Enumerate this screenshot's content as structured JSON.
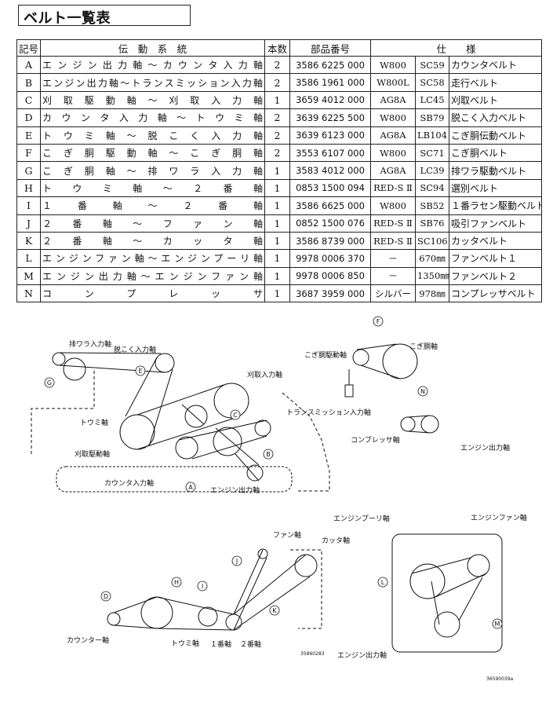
{
  "title": "ベルト一覧表",
  "table": {
    "headers": {
      "symbol": "記号",
      "path": "伝　動　系　統",
      "count": "本数",
      "part": "部品番号",
      "spec": "仕　　様"
    },
    "rows": [
      {
        "sym": "A",
        "path": "エンジン出力軸～カウンタ入力軸",
        "count": "2",
        "part": "3586 6225 000",
        "s1": "W800",
        "s2": "SC59",
        "s3": "カウンタベルト"
      },
      {
        "sym": "B",
        "path": "エンジン出力軸～トランスミッション入力軸",
        "count": "2",
        "part": "3586 1961 000",
        "s1": "W800L",
        "s2": "SC58",
        "s3": "走行ベルト"
      },
      {
        "sym": "C",
        "path": "刈取駆動軸～刈取入力軸",
        "count": "1",
        "part": "3659 4012 000",
        "s1": "AG8A",
        "s2": "LC45",
        "s3": "刈取ベルト"
      },
      {
        "sym": "D",
        "path": "カウンタ入力軸～トウミ軸",
        "count": "2",
        "part": "3639 6225 500",
        "s1": "W800",
        "s2": "SB79",
        "s3": "脱こく入力ベルト"
      },
      {
        "sym": "E",
        "path": "トウミ軸～脱こく入力軸",
        "count": "2",
        "part": "3639 6123 000",
        "s1": "AG8A",
        "s2": "LB104",
        "s3": "こぎ胴伝動ベルト"
      },
      {
        "sym": "F",
        "path": "こぎ胴駆動軸～こぎ胴軸",
        "count": "2",
        "part": "3553 6107 000",
        "s1": "W800",
        "s2": "SC71",
        "s3": "こぎ胴ベルト"
      },
      {
        "sym": "G",
        "path": "こぎ胴軸～排ワラ入力軸",
        "count": "1",
        "part": "3583 4012 000",
        "s1": "AG8A",
        "s2": "LC39",
        "s3": "排ワラ駆動ベルト"
      },
      {
        "sym": "H",
        "path": "トウミ軸～２番軸",
        "count": "1",
        "part": "0853 1500 094",
        "s1": "RED-S Ⅱ",
        "s2": "SC94",
        "s3": "選別ベルト"
      },
      {
        "sym": "I",
        "path": "１番軸～２番軸",
        "count": "1",
        "part": "3586 6625 000",
        "s1": "W800",
        "s2": "SB52",
        "s3": "１番ラセン駆動ベルト"
      },
      {
        "sym": "J",
        "path": "２番軸～ファン軸",
        "count": "1",
        "part": "0852 1500 076",
        "s1": "RED-S Ⅱ",
        "s2": "SB76",
        "s3": "吸引ファンベルト"
      },
      {
        "sym": "K",
        "path": "２番軸～カッタ軸",
        "count": "1",
        "part": "3586 8739 000",
        "s1": "RED-S Ⅱ",
        "s2": "SC106",
        "s3": "カッタベルト"
      },
      {
        "sym": "L",
        "path": "エンジンファン軸～エンジンプーリ軸",
        "count": "1",
        "part": "9978 0006 370",
        "s1": "－",
        "s2": "670㎜",
        "s3": "ファンベルト１"
      },
      {
        "sym": "M",
        "path": "エンジン出力軸～エンジンファン軸",
        "count": "1",
        "part": "9978 0006 850",
        "s1": "－",
        "s2": "1350㎜",
        "s3": "ファンベルト２"
      },
      {
        "sym": "N",
        "path": "コンプレッサ",
        "count": "1",
        "part": "3687 3959 000",
        "s1": "シルバー",
        "s2": "978㎜",
        "s3": "コンプレッサベルト"
      }
    ]
  },
  "diagram": {
    "labels": {
      "haiwara": "排ワラ入力軸",
      "datsukoku": "脱こく入力軸",
      "karitori_in": "刈取入力軸",
      "tomi": "トウミ軸",
      "transmission": "トランスミッション入力軸",
      "karitori_drive": "刈取駆動軸",
      "counter_in": "カウンタ入力軸",
      "engine_out": "エンジン出力軸",
      "kogi_drive": "こぎ胴駆動軸",
      "kogi": "こぎ胴軸",
      "compressor": "コンプレッサ軸",
      "engine_out2": "エンジン出力軸",
      "fan": "ファン軸",
      "cutter": "カッタ軸",
      "counter": "カウンター軸",
      "tomi2": "トウミ軸",
      "ichiban": "１番軸",
      "niban": "２番軸",
      "engine_pulley": "エンジンプーリ軸",
      "engine_fan": "エンジンファン軸",
      "engine_out3": "エンジン出力軸"
    },
    "callouts": [
      "A",
      "B",
      "C",
      "D",
      "E",
      "F",
      "G",
      "H",
      "I",
      "J",
      "K",
      "L",
      "M",
      "N"
    ],
    "codes": {
      "left": "35860283",
      "right": "36590039a"
    }
  }
}
